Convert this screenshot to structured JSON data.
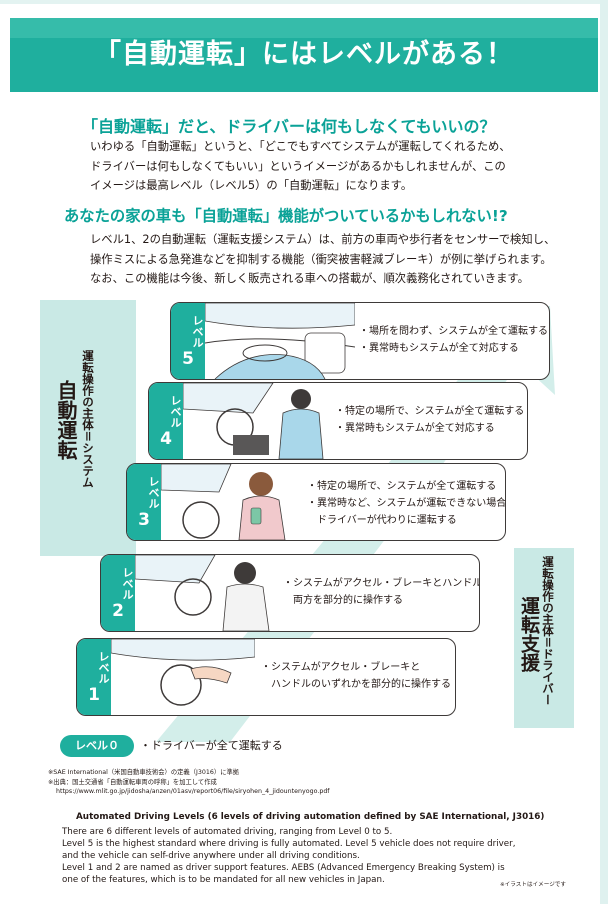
{
  "header": {
    "title": "「自動運転」にはレベルがある！"
  },
  "section1": {
    "question": "「自動運転」だと、ドライバーは何もしなくてもいいの？",
    "lines": [
      "いわゆる「自動運転」というと、「どこでもすべてシステムが運転してくれるため、",
      "ドライバーは何もしなくてもいい」というイメージがあるかもしれませんが、この",
      "イメージは最高レベル（レベル5）の「自動運転」になります。"
    ]
  },
  "section2": {
    "question": "あなたの家の車も「自動運転」機能がついているかもしれない!?",
    "lines": [
      "レベル1、2の自動運転（運転支援システム）は、前方の車両や歩行者をセンサーで検知し、",
      "操作ミスによる急発進などを抑制する機能（衝突被害軽減ブレーキ）が例に挙げられます。",
      "なお、この機能は今後、新しく販売される車への搭載が、順次義務化されていきます。"
    ]
  },
  "groups": {
    "automated": {
      "subject": "運転操作の主体＝システム",
      "name": "自動運転"
    },
    "support": {
      "subject": "運転操作の主体＝ドライバー",
      "name": "運転支援"
    }
  },
  "levels": [
    {
      "label": "レベル",
      "number": "5",
      "desc": [
        "・場所を問わず、システムが全て運転する",
        "・異常時もシステムが全て対応する"
      ]
    },
    {
      "label": "レベル",
      "number": "4",
      "desc": [
        "・特定の場所で、システムが全て運転する",
        "・異常時もシステムが全て対応する"
      ]
    },
    {
      "label": "レベル",
      "number": "3",
      "desc": [
        "・特定の場所で、システムが全て運転する",
        "・異常時など、システムが運転できない場合",
        "　ドライバーが代わりに運転する"
      ]
    },
    {
      "label": "レベル",
      "number": "2",
      "desc": [
        "・システムがアクセル・ブレーキとハンドルの",
        "　両方を部分的に操作する"
      ]
    },
    {
      "label": "レベル",
      "number": "1",
      "desc": [
        "・システムがアクセル・ブレーキと",
        "　ハンドルのいずれかを部分的に操作する"
      ]
    }
  ],
  "level0": {
    "label": "レベル０",
    "desc": "・ドライバーが全て運転する"
  },
  "notes": [
    "※SAE International（米国自動車技術会）の定義（J3016）に準拠",
    "※出典：国土交通省「自動運転車両の呼称」を加工して作成",
    "https://www.mlit.go.jp/jidosha/anzen/01asv/report06/file/siryohen_4_jidountenyogo.pdf"
  ],
  "english": {
    "title": "Automated Driving Levels  (6 levels of driving automation defined by SAE International, J3016)",
    "lines": [
      "There are 6 different levels of automated driving, ranging from Level 0 to 5.",
      "Level 5 is the highest standard where driving is fully automated. Level 5 vehicle does not require driver,",
      "and the vehicle can self-drive anywhere under all driving conditions.",
      "Level 1 and 2 are named as driver support features. AEBS (Advanced Emergency Breaking System) is",
      "one of the features, which is to be mandated for all new vehicles in Japan."
    ]
  },
  "footnote": "※イラストはイメージです",
  "colors": {
    "accent": "#1faf9e",
    "accent_light": "#c9e9e5",
    "heading": "#0aa297",
    "arrow": "#d3eeea"
  }
}
